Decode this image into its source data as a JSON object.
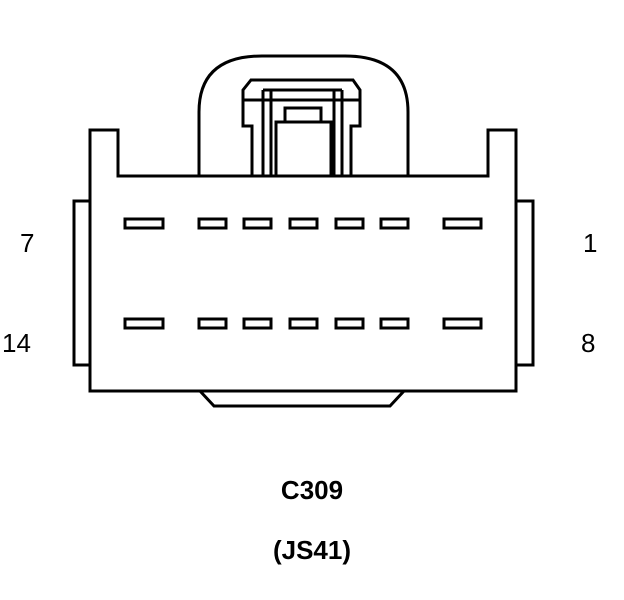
{
  "connector": {
    "id": "C309",
    "code": "(JS41)"
  },
  "pin_labels": {
    "top_left": "7",
    "bottom_left": "14",
    "top_right": "1",
    "bottom_right": "8"
  },
  "colors": {
    "line": "#000000",
    "fill": "#ffffff"
  }
}
